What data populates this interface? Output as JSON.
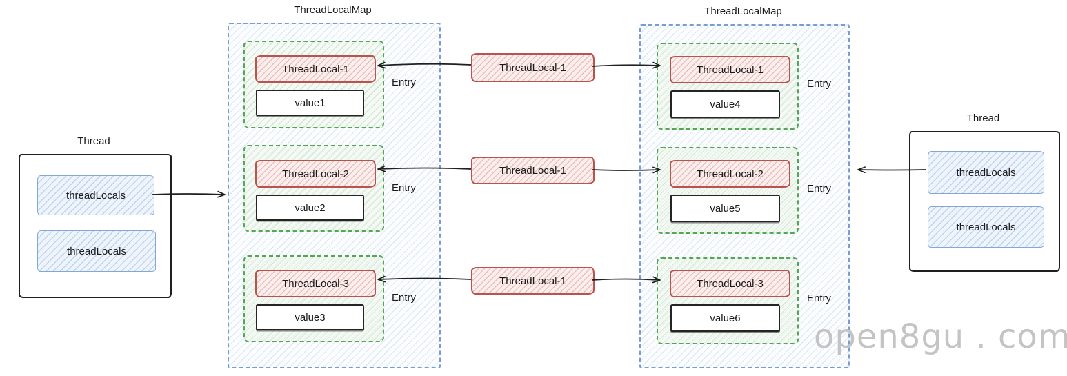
{
  "threads": [
    {
      "title": "Thread",
      "fields": [
        {
          "label": "threadLocals"
        },
        {
          "label": "threadLocals"
        }
      ]
    },
    {
      "title": "Thread",
      "fields": [
        {
          "label": "threadLocals"
        },
        {
          "label": "threadLocals"
        }
      ]
    }
  ],
  "maps": [
    {
      "title": "ThreadLocalMap",
      "entries": [
        {
          "key": "ThreadLocal-1",
          "value": "value1",
          "entry_label": "Entry"
        },
        {
          "key": "ThreadLocal-2",
          "value": "value2",
          "entry_label": "Entry"
        },
        {
          "key": "ThreadLocal-3",
          "value": "value3",
          "entry_label": "Entry"
        }
      ]
    },
    {
      "title": "ThreadLocalMap",
      "entries": [
        {
          "key": "ThreadLocal-1",
          "value": "value4",
          "entry_label": "Entry"
        },
        {
          "key": "ThreadLocal-2",
          "value": "value5",
          "entry_label": "Entry"
        },
        {
          "key": "ThreadLocal-3",
          "value": "value6",
          "entry_label": "Entry"
        }
      ]
    }
  ],
  "connectors": [
    {
      "label": "ThreadLocal-1"
    },
    {
      "label": "ThreadLocal-1"
    },
    {
      "label": "ThreadLocal-1"
    }
  ],
  "watermark": {
    "text": "open8gu . com"
  },
  "colors": {
    "red_border": "#b8534e",
    "blue_border": "#7a9cd4",
    "green_border": "#56a556",
    "field_blue_border": "#84a7d8",
    "watermark_gray": "#c4c4c4",
    "line_black": "#1f1f1f"
  }
}
